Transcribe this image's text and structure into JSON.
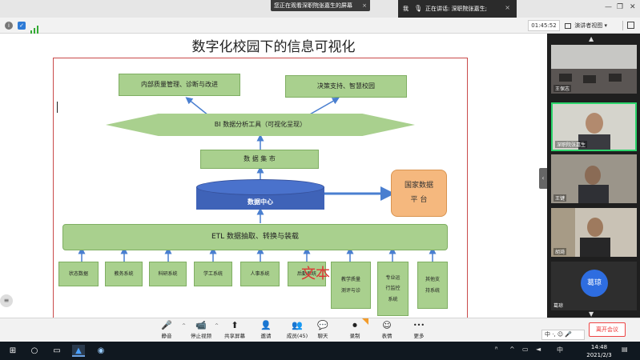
{
  "topbar": {
    "share_banner": "您正在观看深职院张嘉生的屏幕",
    "banner_close": "×",
    "speaker_me": "我",
    "speaker_talking": "正在讲话: 深职院张嘉生;",
    "win_minimize": "—",
    "win_restore": "❐",
    "win_close": "✕"
  },
  "statusbar": {
    "timer": "01:45:52",
    "view_button": "演讲者视图",
    "view_caret": "▾",
    "info_glyph": "i",
    "shield_glyph": "✓"
  },
  "slide": {
    "title": "数字化校园下的信息可视化",
    "top_left": "内部质量管理、诊断与改进",
    "top_right": "决策支持、智慧校园",
    "bi": "BI 数据分析工具（可视化呈现）",
    "datamart": "数 据 集 市",
    "datacenter": "数据中心",
    "national_line1": "国家数据",
    "national_line2": "平 台",
    "etl": "ETL 数据抽取、转换与装载",
    "wen": "文本",
    "systems": [
      "状态数据",
      "教务系统",
      "科研系统",
      "学工系统",
      "人事系统",
      "后勤系统",
      "教学质量\n测评与诊",
      "专业运\n行监控\n系统",
      "其他支\n持系统"
    ]
  },
  "gallery": {
    "participants": [
      "王保志",
      "深职院张嘉生",
      "王键",
      "胡琦"
    ],
    "avatar_initials": "葛琼",
    "avatar_name": "葛琼",
    "arrow_up": "▲",
    "arrow_down": "▼",
    "handle": "‹"
  },
  "toolbar": {
    "items": [
      {
        "icon": "🎤",
        "label": "静音"
      },
      {
        "icon": "📹",
        "label": "停止视频"
      },
      {
        "icon": "⬆",
        "label": "共享屏幕"
      },
      {
        "icon": "👤",
        "label": "邀请"
      },
      {
        "icon": "👥",
        "label": "成员(45)"
      },
      {
        "icon": "💬",
        "label": "聊天"
      },
      {
        "icon": "⏺",
        "label": "录制"
      },
      {
        "icon": "☺",
        "label": "表情"
      },
      {
        "icon": "•••",
        "label": "更多"
      }
    ],
    "caret": "^",
    "leave": "离开会议",
    "ime": "中 ·, ☺ 🎤"
  },
  "taskbar": {
    "start": "⊞",
    "search": "○",
    "taskview": "▭",
    "app1": "▲",
    "app2": "◉",
    "time": "14:48",
    "date": "2021/2/3",
    "lang": "中",
    "person_icon": "ᴿ",
    "chevron": "^",
    "network": "▭",
    "volume": "◄",
    "notify": "▤"
  },
  "colors": {
    "box_green": "#a9d08e",
    "cylinder_blue": "#3f63b8",
    "national_orange": "#f5b87e",
    "frame_red": "#c94a4a",
    "leave_red": "#e33333"
  }
}
